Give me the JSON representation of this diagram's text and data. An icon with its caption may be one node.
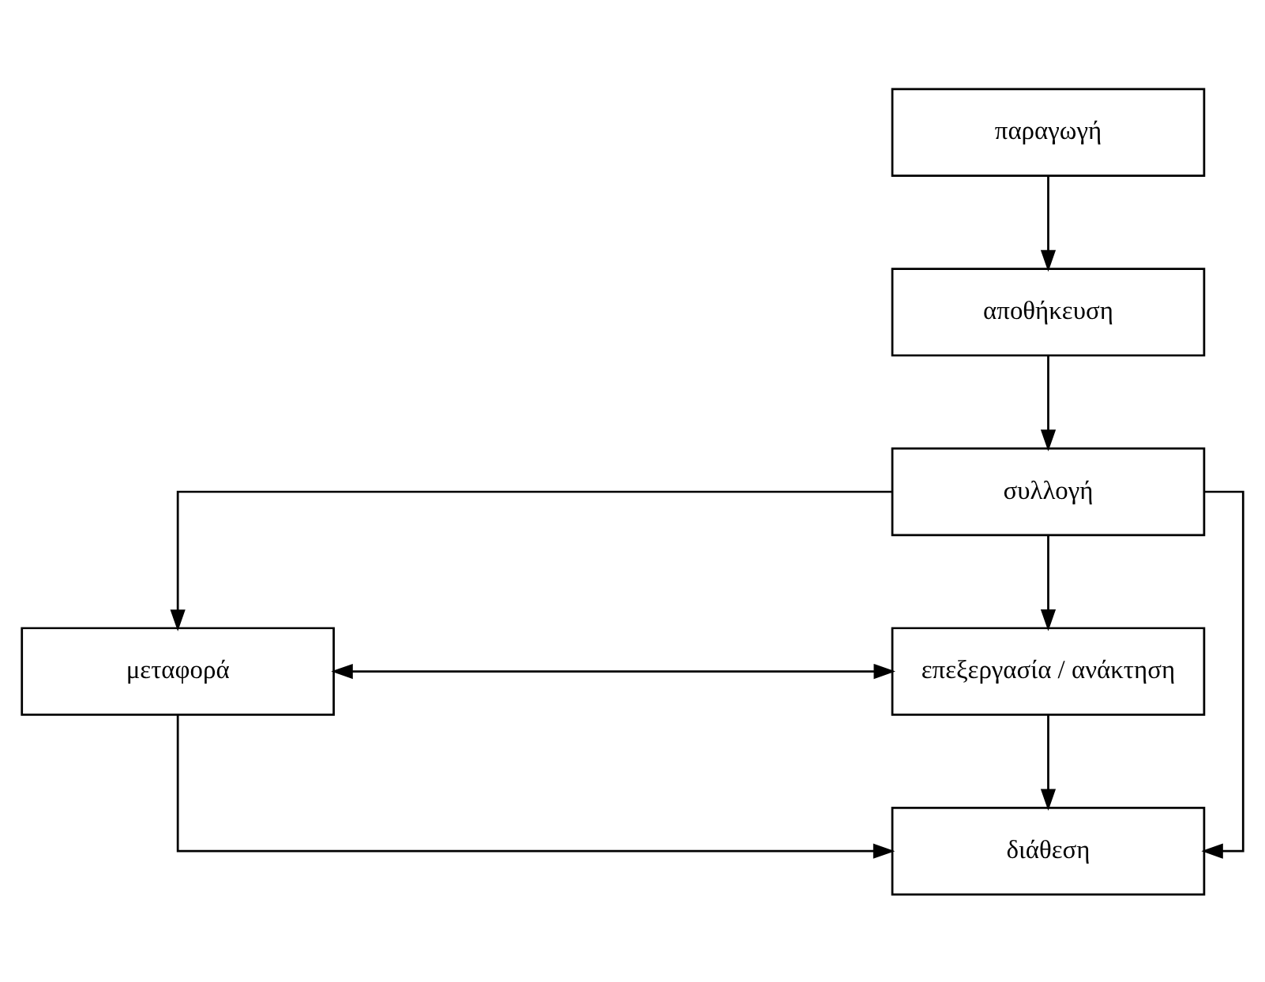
{
  "diagram": {
    "nodes": [
      {
        "text": [
          "παραγωγή"
        ]
      },
      {
        "text": [
          "αποθήκευση"
        ]
      },
      {
        "text": [
          "συλλογή"
        ]
      },
      {
        "text": [
          "μεταφορά"
        ]
      },
      {
        "text": [
          "επεξεργασία / ανάκτηση"
        ]
      },
      {
        "text": [
          "διάθεση"
        ]
      }
    ],
    "edges": [
      {
        "from": 0,
        "to": 1,
        "arrow": "to"
      },
      {
        "from": 1,
        "to": 2,
        "arrow": "to"
      },
      {
        "from": 2,
        "to": 3,
        "arrow": "to"
      },
      {
        "from": 2,
        "to": 4,
        "arrow": "to"
      },
      {
        "from": 3,
        "to": 4,
        "arrow": "both"
      },
      {
        "from": 2,
        "to": 5,
        "arrow": "to"
      },
      {
        "from": 3,
        "to": 5,
        "arrow": "to"
      },
      {
        "from": 4,
        "to": 5,
        "arrow": "to"
      }
    ]
  }
}
